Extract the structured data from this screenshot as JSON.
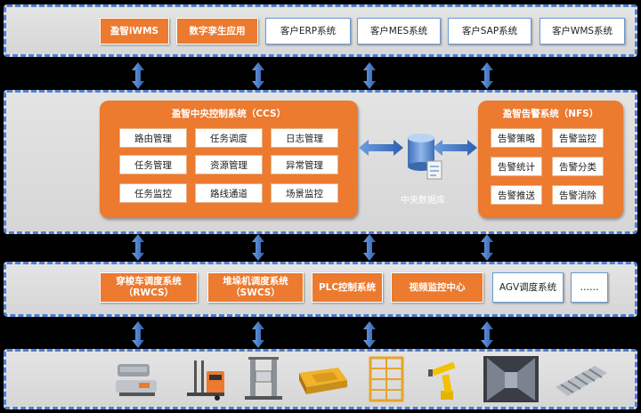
{
  "top_layer": {
    "items": [
      "盈智iWMS",
      "数字孪生应用",
      "客户ERP系统",
      "客户MES系统",
      "客户SAP系统",
      "客户WMS系统"
    ]
  },
  "ccs": {
    "title": "盈智中央控制系统（CCS）",
    "modules": [
      "路由管理",
      "任务调度",
      "日志管理",
      "任务管理",
      "资源管理",
      "异常管理",
      "任务监控",
      "路线通道",
      "场景监控"
    ]
  },
  "database": {
    "label": "中央数据库"
  },
  "nfs": {
    "title": "盈智告警系统（NFS）",
    "modules": [
      "告警策略",
      "告警监控",
      "告警统计",
      "告警分类",
      "告警推送",
      "告警消除"
    ]
  },
  "control_layer": {
    "items": [
      "穿梭车调度系统（RWCS）",
      "堆垛机调度系统（SWCS）",
      "PLC控制系统",
      "视频监控中心",
      "AGV调度系统",
      "……"
    ]
  },
  "devices": [
    "shuttle-cars",
    "forklift-agv",
    "stacker-crane",
    "agv-platform",
    "storage-rack",
    "robot-arm",
    "warehouse-aisle",
    "roller-conveyor"
  ],
  "colors": {
    "accent": "#ec7a2f",
    "link": "#4d7fd1",
    "layer": "#dcdcdc"
  }
}
